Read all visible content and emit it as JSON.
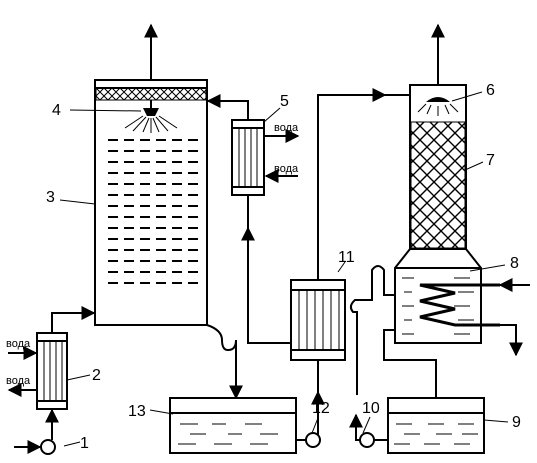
{
  "labels": {
    "n1": "1",
    "n2": "2",
    "n3": "3",
    "n4": "4",
    "n5": "5",
    "n6": "6",
    "n7": "7",
    "n8": "8",
    "n9": "9",
    "n10": "10",
    "n11": "11",
    "n12": "12",
    "n13": "13"
  },
  "water": {
    "hx2_in": "вода",
    "hx2_out": "вода",
    "hx5_out": "вода",
    "hx5_in": "вода"
  }
}
